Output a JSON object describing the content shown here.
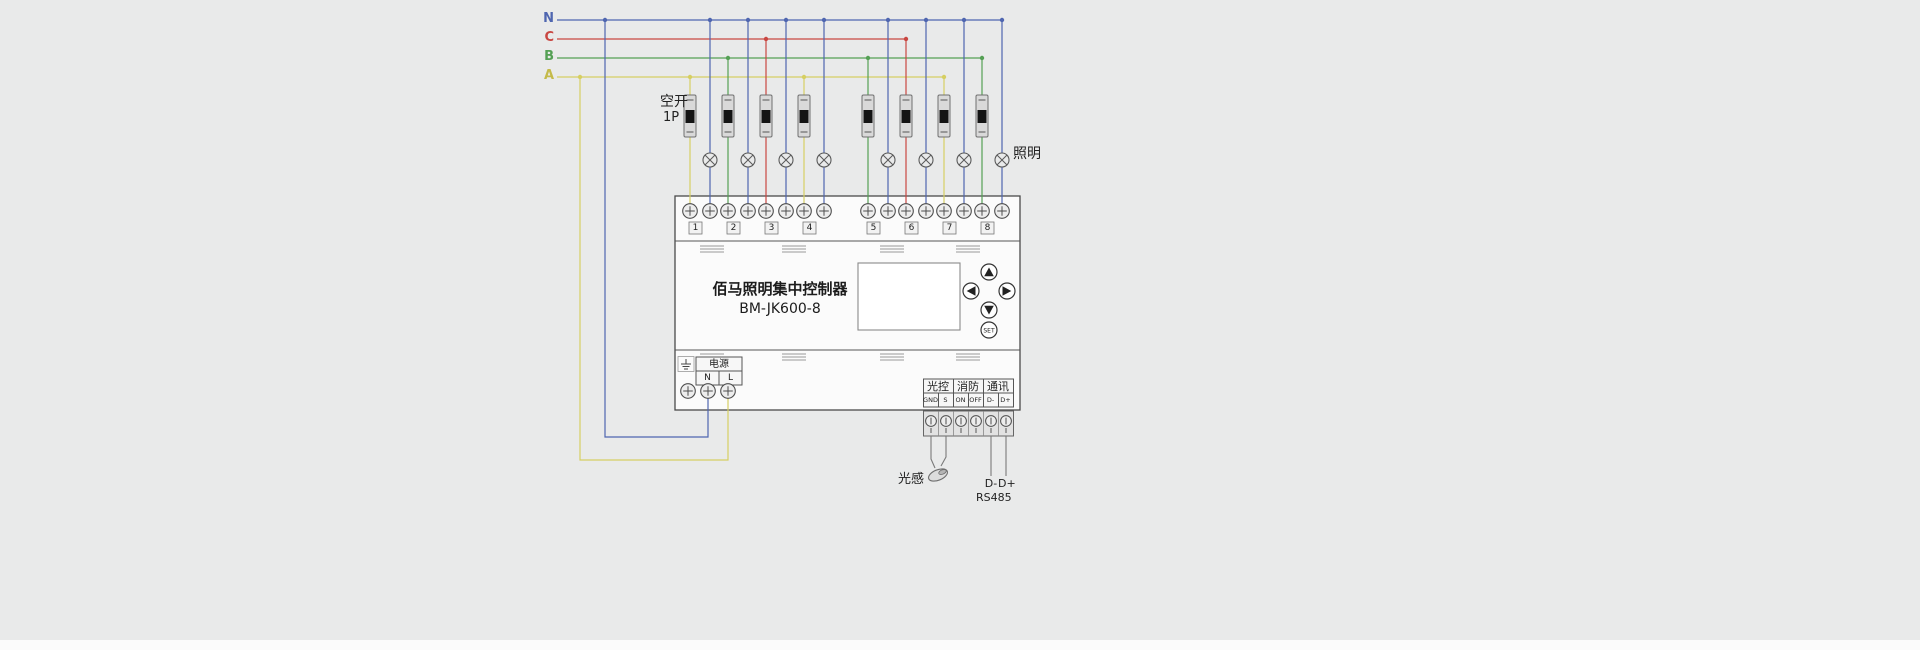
{
  "colors": {
    "background": "#e9eaea",
    "phase_n": "#4f66b0",
    "phase_c": "#c94742",
    "phase_b": "#55a055",
    "phase_a": "#d6cf63",
    "device_outline": "#4a4a4a"
  },
  "phase_labels": {
    "n": "N",
    "c": "C",
    "b": "B",
    "a": "A"
  },
  "breaker": {
    "label_cn": "空开",
    "label_rating": "1P"
  },
  "lighting_label": "照明",
  "controller": {
    "title": "佰马照明集中控制器",
    "model": "BM-JK600-8",
    "channels": [
      "1",
      "2",
      "3",
      "4",
      "5",
      "6",
      "7",
      "8"
    ],
    "set_button": "SET"
  },
  "power": {
    "label": "电源",
    "neutral": "N",
    "live": "L"
  },
  "io": {
    "groups": [
      {
        "label": "光控",
        "terminals": [
          "GND",
          "S"
        ]
      },
      {
        "label": "消防",
        "terminals": [
          "ON",
          "OFF"
        ]
      },
      {
        "label": "通讯",
        "terminals": [
          "D-",
          "D+"
        ]
      }
    ],
    "light_sensor_label": "光感",
    "rs485_dminus": "D-",
    "rs485_dplus": "D+",
    "rs485_label": "RS485"
  }
}
